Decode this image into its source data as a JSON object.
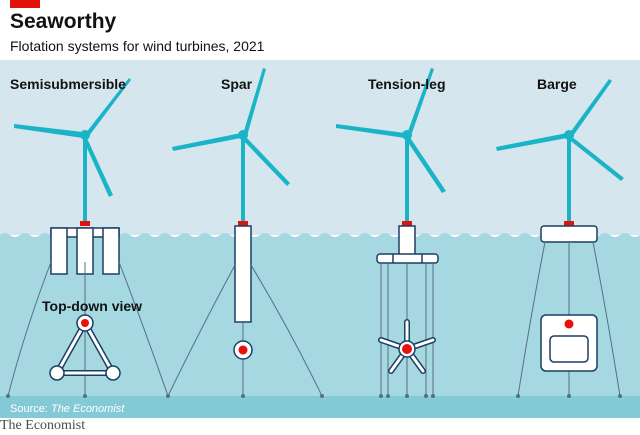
{
  "header": {
    "title": "Seaworthy",
    "subtitle": "Flotation systems for wind turbines, 2021"
  },
  "platforms": [
    {
      "key": "semisubmersible",
      "label": "Semisubmersible"
    },
    {
      "key": "spar",
      "label": "Spar"
    },
    {
      "key": "tension_leg",
      "label": "Tension-leg"
    },
    {
      "key": "barge",
      "label": "Barge"
    }
  ],
  "topdown_label": "Top-down view",
  "footer": {
    "source_prefix": "Source: ",
    "source_name": "The Economist",
    "brand": "The Economist"
  },
  "colors": {
    "sky": "#d5e6ee",
    "sea": "#a6d8e2",
    "seabed": "#84cad6",
    "turbine": "#1bb4c7",
    "outline": "#1b3f63",
    "accent": "#e3120b"
  }
}
